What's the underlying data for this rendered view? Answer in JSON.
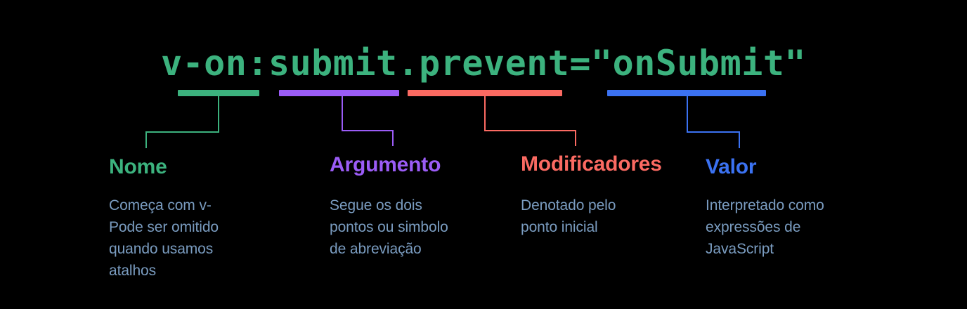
{
  "background_color": "#000000",
  "code": {
    "text": "v-on:submit.prevent=\"onSubmit\"",
    "color": "#3cb27e"
  },
  "palette": {
    "name": "#3cb27e",
    "argument": "#9b5cf6",
    "modifiers": "#fb6a62",
    "value": "#3b72f2",
    "body_text": "#7a9cc0"
  },
  "segments": [
    {
      "id": "nome",
      "bar_color": "#3cb27e",
      "heading": "Nome",
      "heading_color": "#3cb27e",
      "body": "Começa com v-\nPode ser omitido\nquando usamos\natalhos"
    },
    {
      "id": "argumento",
      "bar_color": "#9b5cf6",
      "heading": "Argumento",
      "heading_color": "#9b5cf6",
      "body": "Segue os dois\npontos ou simbolo\nde abreviação"
    },
    {
      "id": "modificadores",
      "bar_color": "#fb6a62",
      "heading": "Modificadores",
      "heading_color": "#fb6a62",
      "body": "Denotado pelo\nponto inicial"
    },
    {
      "id": "valor",
      "bar_color": "#3b72f2",
      "heading": "Valor",
      "heading_color": "#3b72f2",
      "body": "Interpretado como\nexpressões de\nJavaScript"
    }
  ]
}
